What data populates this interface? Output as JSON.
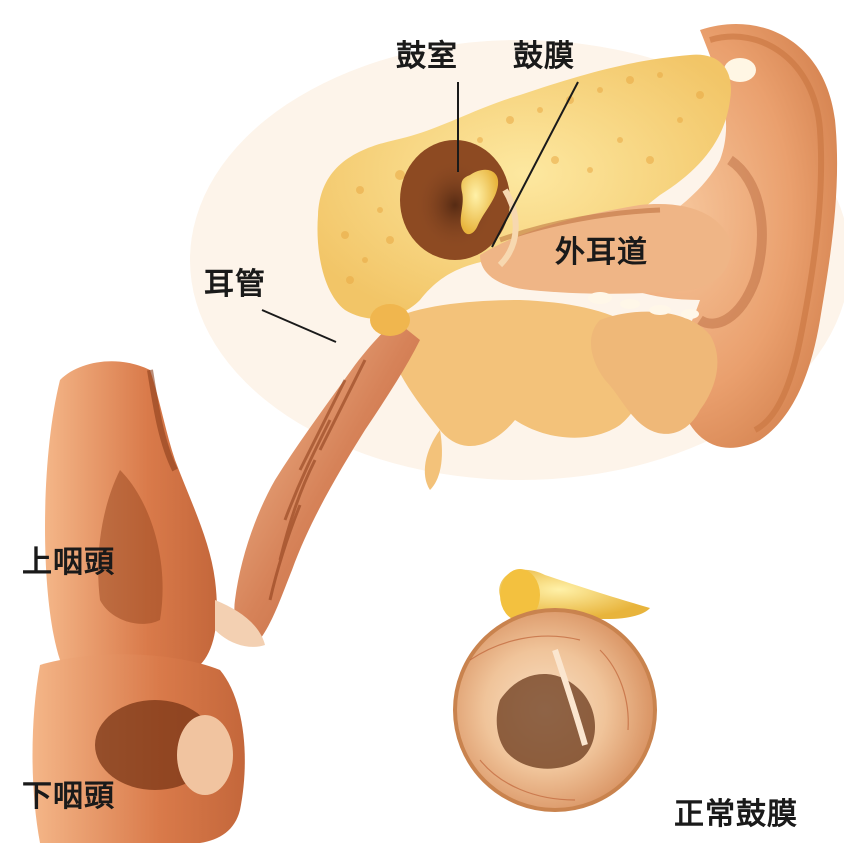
{
  "labels": {
    "koshitsu": "鼓室",
    "komaku": "鼓膜",
    "gaijido": "外耳道",
    "jikan": "耳管",
    "jouintou": "上咽頭",
    "kaintou": "下咽頭",
    "seijo_komaku": "正常鼓膜"
  }
}
